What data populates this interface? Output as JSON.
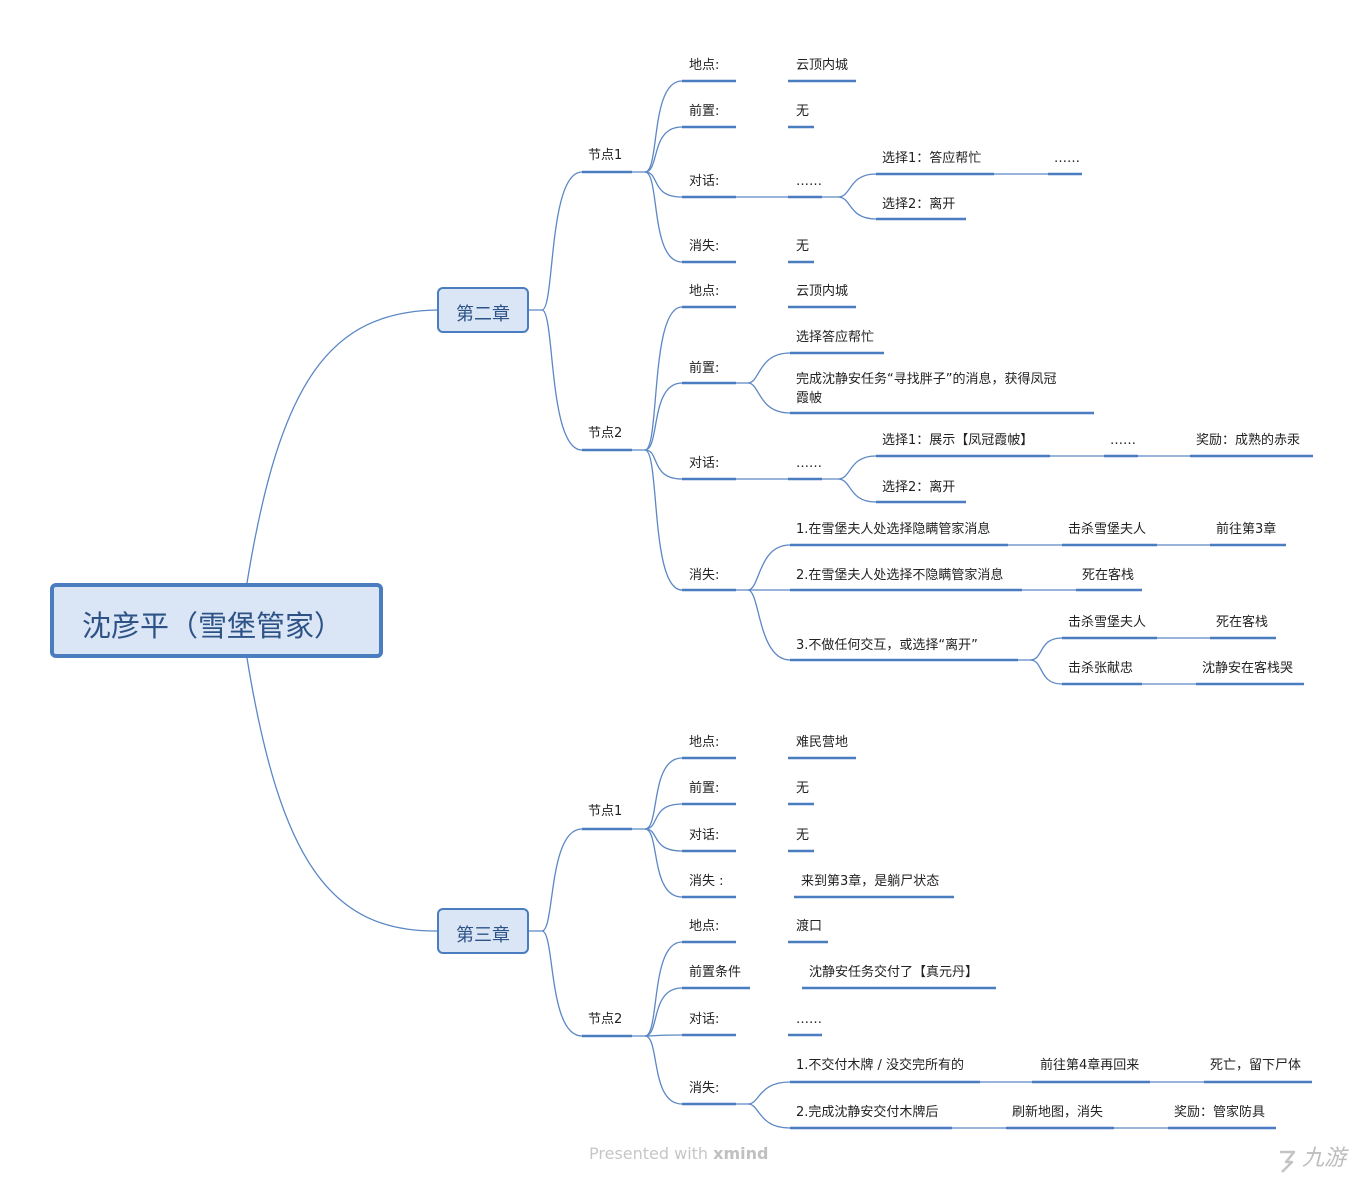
{
  "root": "沈彦平（雪堡管家）",
  "chapters": [
    "第二章",
    "第三章"
  ],
  "c2n1": {
    "node": "节点1",
    "loc": "地点:",
    "loc_v": "云顶内城",
    "pre": "前置:",
    "pre_v": "无",
    "dia": "对话:",
    "dia_v": "……",
    "ch1": "选择1：答应帮忙",
    "ch1_next": "……",
    "ch2": "选择2：离开",
    "dis": "消失:",
    "dis_v": "无"
  },
  "c2n2": {
    "node": "节点2",
    "loc": "地点:",
    "loc_v": "云顶内城",
    "pre": "前置:",
    "pre_a": "选择答应帮忙",
    "pre_b1": "完成沈静安任务“寻找胖子”的消息，获得凤冠",
    "pre_b2": "霞帔",
    "dia": "对话:",
    "dia_v": "……",
    "ch1": "选择1：展示【凤冠霞帔】",
    "ch1_next": "……",
    "ch1_reward": "奖励：成熟的赤汞",
    "ch2": "选择2：离开",
    "dis": "消失:",
    "d1": "1.在雪堡夫人处选择隐瞒管家消息",
    "d1_a": "击杀雪堡夫人",
    "d1_b": "前往第3章",
    "d2": "2.在雪堡夫人处选择不隐瞒管家消息",
    "d2_a": "死在客栈",
    "d3": "3.不做任何交互，或选择“离开”",
    "d3_a": "击杀雪堡夫人",
    "d3_a2": "死在客栈",
    "d3_b": "击杀张献忠",
    "d3_b2": "沈静安在客栈哭"
  },
  "c3n1": {
    "node": "节点1",
    "loc": "地点:",
    "loc_v": "难民营地",
    "pre": "前置:",
    "pre_v": "无",
    "dia": "对话:",
    "dia_v": "无",
    "dis": "消失 :",
    "dis_v": "来到第3章，是躺尸状态"
  },
  "c3n2": {
    "node": "节点2",
    "loc": "地点:",
    "loc_v": "渡口",
    "pre": "前置条件",
    "pre_v": "沈静安任务交付了【真元丹】",
    "dia": "对话:",
    "dia_v": "……",
    "dis": "消失:",
    "d1": "1.不交付木牌 / 没交完所有的",
    "d1_a": "前往第4章再回来",
    "d1_b": "死亡，留下尸体",
    "d2": "2.完成沈静安交付木牌后",
    "d2_a": "刷新地图，消失",
    "d2_b": "奖励：管家防具"
  },
  "footer": {
    "presented": "Presented with",
    "brand": "xmind",
    "logo": "九游"
  },
  "colors": {
    "line": "#5b87c5",
    "underline": "#4a7cc0",
    "box_fill": "#dae6f5",
    "box_text": "#2d5286"
  }
}
